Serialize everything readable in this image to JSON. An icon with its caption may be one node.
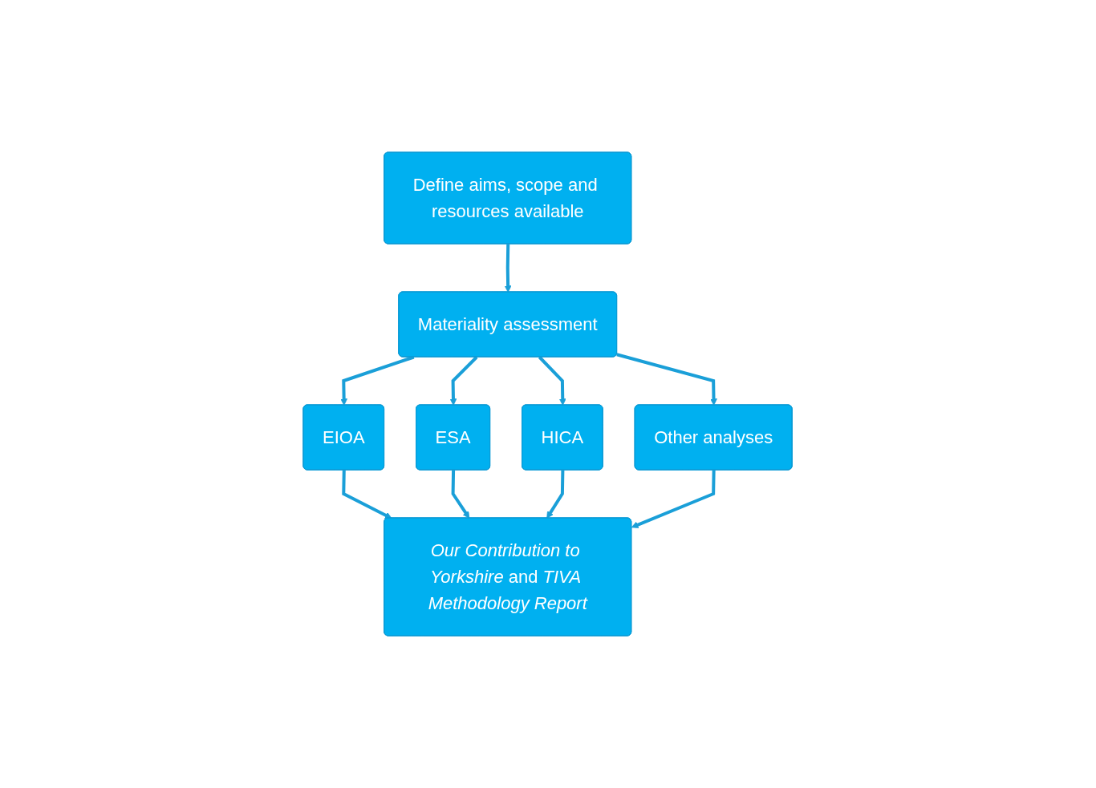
{
  "diagram": {
    "nodes": [
      {
        "text": [
          "Define aims, scope and resources available"
        ]
      },
      {
        "text": [
          "Materiality assessment"
        ]
      },
      {
        "text": [
          "EIOA"
        ]
      },
      {
        "text": [
          "ESA"
        ]
      },
      {
        "text": [
          "HICA"
        ]
      },
      {
        "text": [
          "Other analyses"
        ]
      },
      {
        "text": [
          "*Our Contribution to Yorkshire* and *TIVA Methodology Report*"
        ]
      }
    ],
    "edges": [
      {
        "from": 0,
        "to": 1,
        "arrow": "to"
      },
      {
        "from": 1,
        "to": 2,
        "arrow": "to"
      },
      {
        "from": 1,
        "to": 3,
        "arrow": "to"
      },
      {
        "from": 1,
        "to": 4,
        "arrow": "to"
      },
      {
        "from": 1,
        "to": 5,
        "arrow": "to"
      },
      {
        "from": 2,
        "to": 6,
        "arrow": "to"
      },
      {
        "from": 3,
        "to": 6,
        "arrow": "to"
      },
      {
        "from": 4,
        "to": 6,
        "arrow": "to"
      },
      {
        "from": 5,
        "to": 6,
        "arrow": "to"
      }
    ]
  }
}
